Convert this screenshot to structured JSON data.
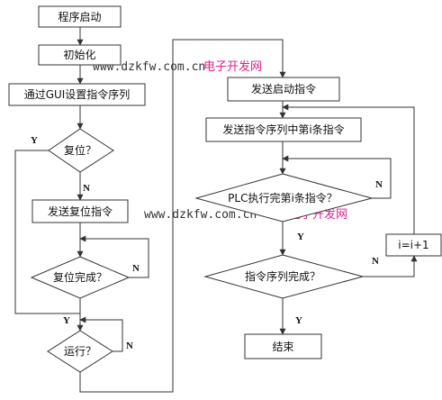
{
  "nodes": {
    "start": "程序启动",
    "init": "初始化",
    "setup": "通过GUI设置指令序列",
    "reset_q": "复位？",
    "send_reset": "发送复位指令",
    "reset_done_q": "复位完成？",
    "run_q": "运行？",
    "send_start": "发送启动指令",
    "send_cmd_i": "发送指令序列中第i条指令",
    "plc_done_q": "PLC执行完第i条指令？",
    "seq_done_q": "指令序列完成？",
    "increment": "i=i+1",
    "end": "结束"
  },
  "edge_labels": {
    "reset_yes": "Y",
    "reset_no": "N",
    "reset_done_no": "N",
    "run_yes": "Y",
    "run_no": "N",
    "plc_no": "N",
    "plc_yes": "Y",
    "seq_no": "N",
    "seq_yes": "Y"
  },
  "watermarks": {
    "url": "www.dzkfw.com.cn",
    "site": "电子开发网",
    "url2": "www.dzkfw.com.cn",
    "site2": "电子开发网"
  },
  "colors": {
    "line": "#333333",
    "watermark": "#e0218a",
    "watermark_url": "#333333"
  }
}
